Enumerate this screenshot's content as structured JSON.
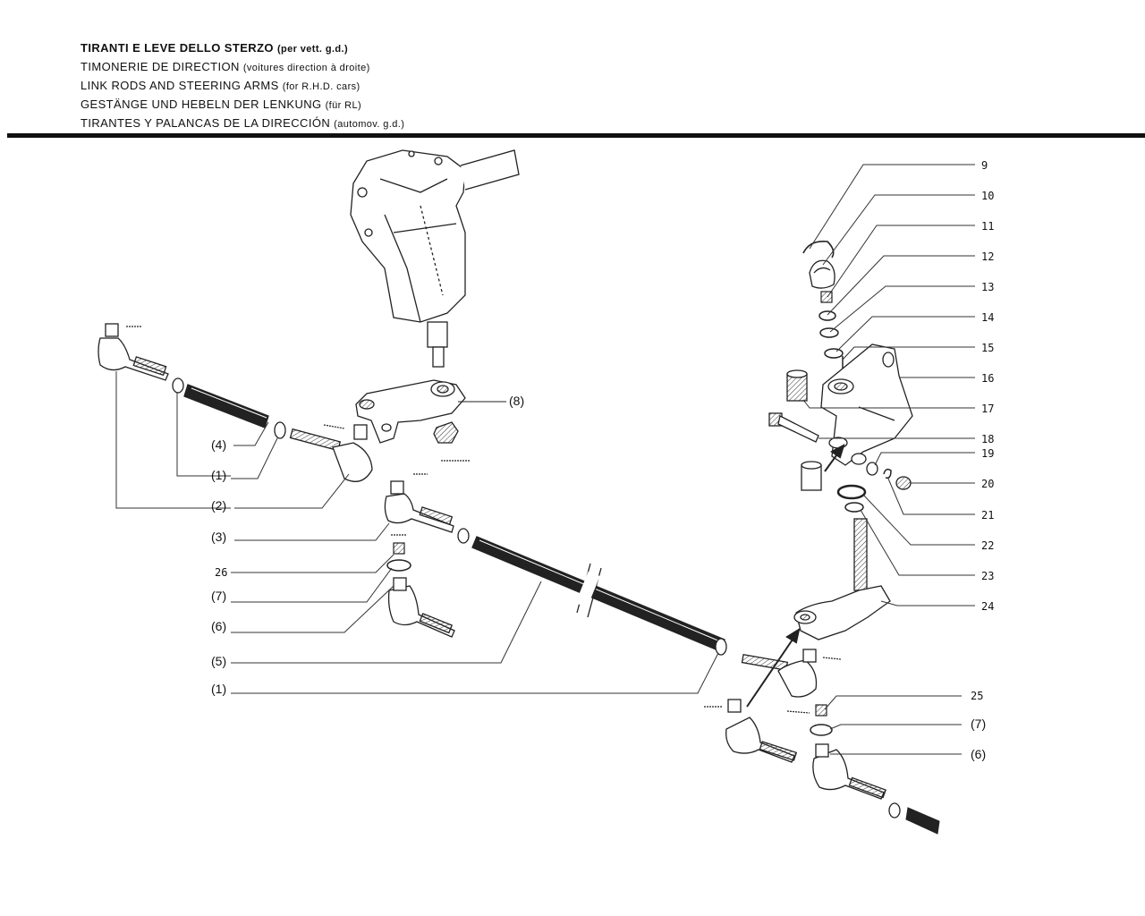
{
  "titles": [
    {
      "main": "TIRANTI E LEVE DELLO STERZO",
      "note": "(per vett. g.d.)"
    },
    {
      "main": "TIMONERIE DE DIRECTION",
      "note": "(voitures direction à droite)"
    },
    {
      "main": "LINK RODS AND STEERING ARMS",
      "note": "(for R.H.D. cars)"
    },
    {
      "main": "GESTÄNGE UND HEBELN DER LENKUNG",
      "note": "(für RL)"
    },
    {
      "main": "TIRANTES Y PALANCAS DE LA DIRECCIÓN",
      "note": "(automov. g.d.)"
    }
  ],
  "labels": {
    "r9": "9",
    "r10": "10",
    "r11": "11",
    "r12": "12",
    "r13": "13",
    "r14": "14",
    "r15": "15",
    "r16": "16",
    "r17": "17",
    "r18": "18",
    "r19": "19",
    "r20": "20",
    "r21": "21",
    "r22": "22",
    "r23": "23",
    "r24": "24",
    "r25": "25",
    "r7b": "(7)",
    "r6b": "(6)",
    "p8": "(8)",
    "l4": "(4)",
    "l1a": "(1)",
    "l2": "(2)",
    "l3": "(3)",
    "l26": "26",
    "l7": "(7)",
    "l6": "(6)",
    "l5": "(5)",
    "l1b": "(1)"
  }
}
